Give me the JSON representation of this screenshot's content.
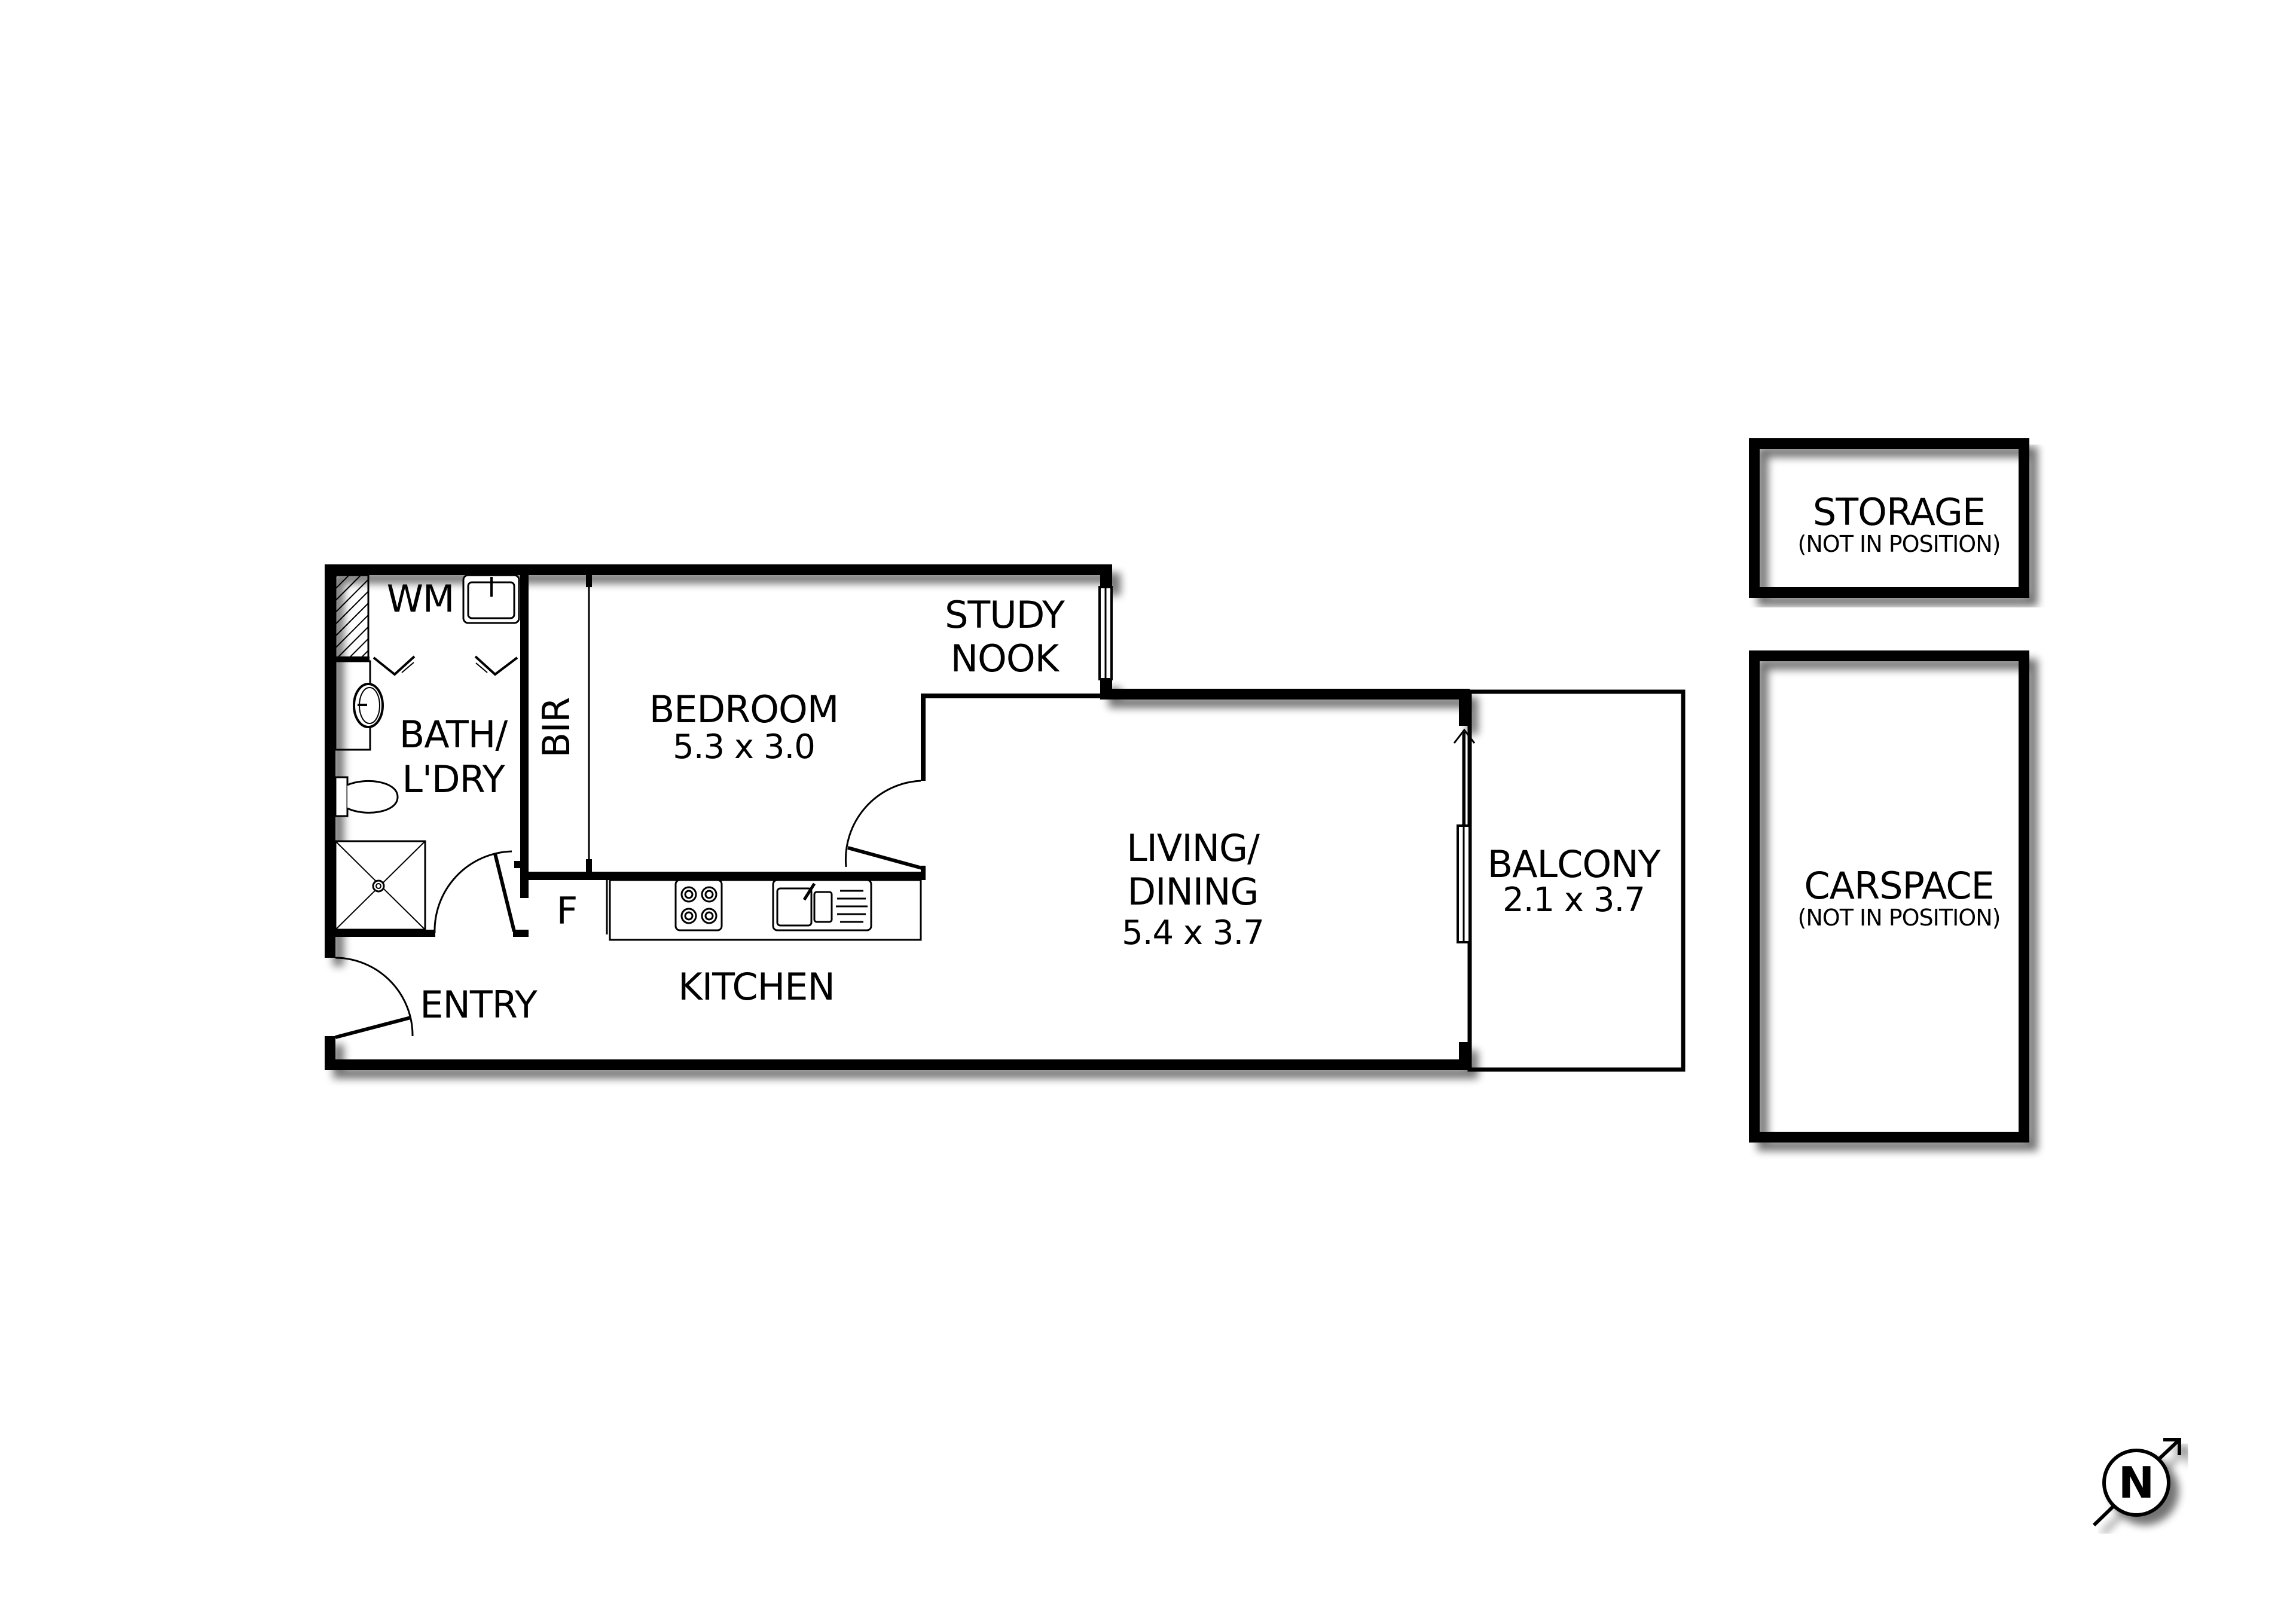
{
  "floorplan": {
    "rooms": [
      {
        "id": "bath_ldry",
        "label_line1": "BATH/",
        "label_line2": "L'DRY"
      },
      {
        "id": "wm",
        "label": "WM"
      },
      {
        "id": "bir",
        "label": "BIR"
      },
      {
        "id": "bedroom",
        "label": "BEDROOM",
        "dimensions": "5.3 x 3.0"
      },
      {
        "id": "study_nook",
        "label_line1": "STUDY",
        "label_line2": "NOOK"
      },
      {
        "id": "living_dining",
        "label_line1": "LIVING/",
        "label_line2": "DINING",
        "dimensions": "5.4 x 3.7"
      },
      {
        "id": "balcony",
        "label": "BALCONY",
        "dimensions": "2.1 x 3.7"
      },
      {
        "id": "kitchen",
        "label": "KITCHEN"
      },
      {
        "id": "fridge",
        "label": "F"
      },
      {
        "id": "entry",
        "label": "ENTRY"
      }
    ],
    "annexes": {
      "storage": {
        "label": "STORAGE",
        "note": "(NOT IN POSITION)"
      },
      "carspace": {
        "label": "CARSPACE",
        "note": "(NOT IN POSITION)"
      }
    },
    "compass": {
      "letter": "N"
    },
    "colors": {
      "wall": "#000000",
      "shadow": "#7a7a7a",
      "background": "#ffffff"
    }
  }
}
